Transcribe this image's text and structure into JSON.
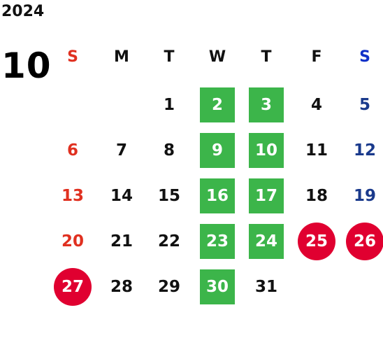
{
  "year": "2024",
  "month": "10",
  "weekdays": [
    "S",
    "M",
    "T",
    "W",
    "T",
    "F",
    "S"
  ],
  "colors": {
    "sunday": "#e03020",
    "saturday": "#1a3a8c",
    "highlight_green": "#3cb54a",
    "highlight_red": "#e00030"
  },
  "first_weekday_index": 2,
  "days_in_month": 31,
  "days": [
    {
      "label": "1",
      "style": "plain"
    },
    {
      "label": "2",
      "style": "green"
    },
    {
      "label": "3",
      "style": "green"
    },
    {
      "label": "4",
      "style": "plain"
    },
    {
      "label": "5",
      "style": "plain"
    },
    {
      "label": "6",
      "style": "plain"
    },
    {
      "label": "7",
      "style": "plain"
    },
    {
      "label": "8",
      "style": "plain"
    },
    {
      "label": "9",
      "style": "green"
    },
    {
      "label": "10",
      "style": "green"
    },
    {
      "label": "11",
      "style": "plain"
    },
    {
      "label": "12",
      "style": "plain"
    },
    {
      "label": "13",
      "style": "plain"
    },
    {
      "label": "14",
      "style": "plain"
    },
    {
      "label": "15",
      "style": "plain"
    },
    {
      "label": "16",
      "style": "green"
    },
    {
      "label": "17",
      "style": "green"
    },
    {
      "label": "18",
      "style": "plain"
    },
    {
      "label": "19",
      "style": "plain"
    },
    {
      "label": "20",
      "style": "plain"
    },
    {
      "label": "21",
      "style": "plain"
    },
    {
      "label": "22",
      "style": "plain"
    },
    {
      "label": "23",
      "style": "green"
    },
    {
      "label": "24",
      "style": "green"
    },
    {
      "label": "25",
      "style": "red"
    },
    {
      "label": "26",
      "style": "red"
    },
    {
      "label": "27",
      "style": "red"
    },
    {
      "label": "28",
      "style": "plain"
    },
    {
      "label": "29",
      "style": "plain"
    },
    {
      "label": "30",
      "style": "green"
    },
    {
      "label": "31",
      "style": "plain"
    }
  ]
}
